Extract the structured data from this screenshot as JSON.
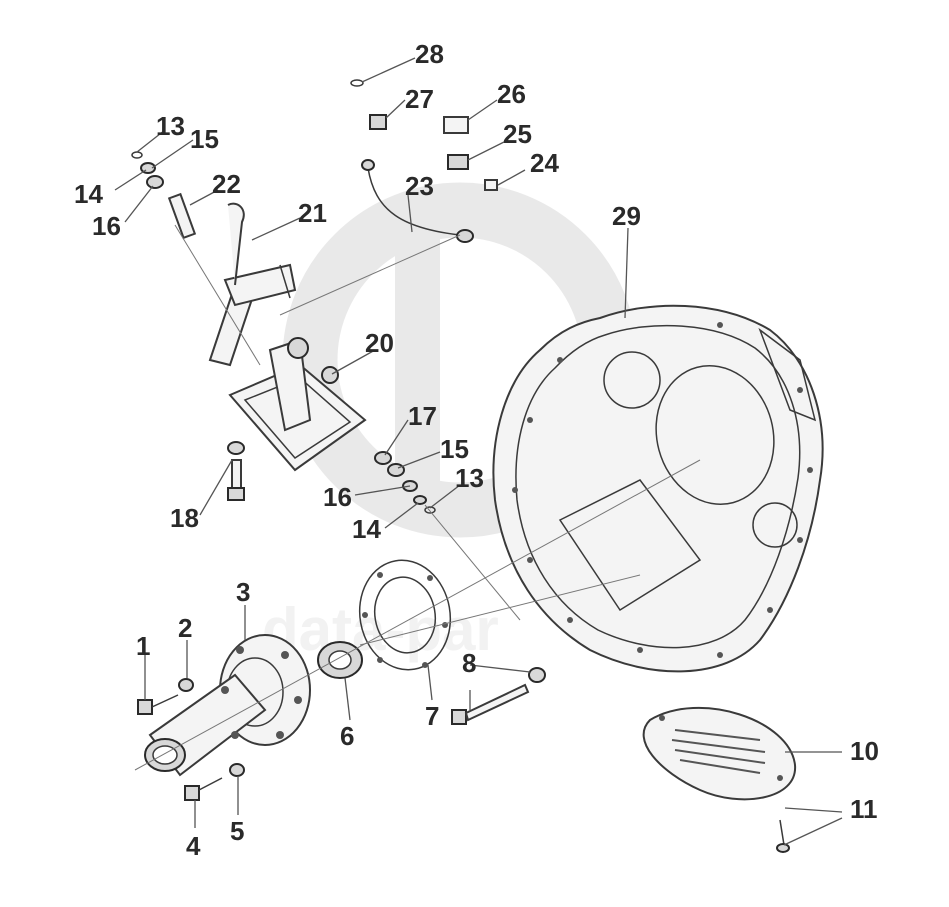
{
  "watermark": {
    "text": "data-par"
  },
  "parts": [
    {
      "id": "1",
      "label": "1"
    },
    {
      "id": "2",
      "label": "2"
    },
    {
      "id": "3",
      "label": "3"
    },
    {
      "id": "4",
      "label": "4"
    },
    {
      "id": "5",
      "label": "5"
    },
    {
      "id": "6",
      "label": "6"
    },
    {
      "id": "7",
      "label": "7"
    },
    {
      "id": "8",
      "label": "8"
    },
    {
      "id": "10",
      "label": "10"
    },
    {
      "id": "11",
      "label": "11"
    },
    {
      "id": "13a",
      "label": "13"
    },
    {
      "id": "13b",
      "label": "13"
    },
    {
      "id": "14a",
      "label": "14"
    },
    {
      "id": "14b",
      "label": "14"
    },
    {
      "id": "15a",
      "label": "15"
    },
    {
      "id": "15b",
      "label": "15"
    },
    {
      "id": "16a",
      "label": "16"
    },
    {
      "id": "16b",
      "label": "16"
    },
    {
      "id": "17",
      "label": "17"
    },
    {
      "id": "18",
      "label": "18"
    },
    {
      "id": "20",
      "label": "20"
    },
    {
      "id": "21",
      "label": "21"
    },
    {
      "id": "22",
      "label": "22"
    },
    {
      "id": "23",
      "label": "23"
    },
    {
      "id": "24",
      "label": "24"
    },
    {
      "id": "25",
      "label": "25"
    },
    {
      "id": "26",
      "label": "26"
    },
    {
      "id": "27",
      "label": "27"
    },
    {
      "id": "28",
      "label": "28"
    },
    {
      "id": "29",
      "label": "29"
    }
  ]
}
